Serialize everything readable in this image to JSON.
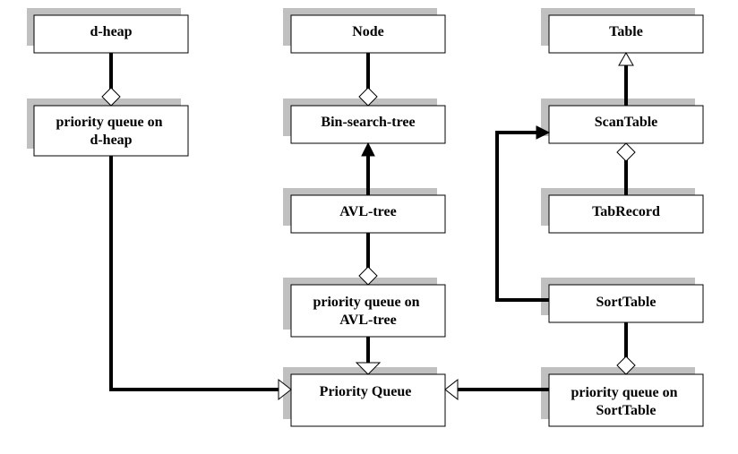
{
  "colors": {
    "shadow": "#c0c0c0",
    "box_fill": "#ffffff",
    "stroke": "#000000"
  },
  "boxes": {
    "dheap": [
      "d-heap"
    ],
    "pq_dheap": [
      "priority queue on",
      "d-heap"
    ],
    "node": [
      "Node"
    ],
    "bst": [
      "Bin-search-tree"
    ],
    "avl": [
      "AVL-tree"
    ],
    "pq_avl": [
      "priority queue on",
      "AVL-tree"
    ],
    "pq": [
      "Priority Queue"
    ],
    "table": [
      "Table"
    ],
    "scantable": [
      "ScanTable"
    ],
    "tabrecord": [
      "TabRecord"
    ],
    "sorttable": [
      "SortTable"
    ],
    "pq_sort": [
      "priority queue on",
      "SortTable"
    ]
  }
}
